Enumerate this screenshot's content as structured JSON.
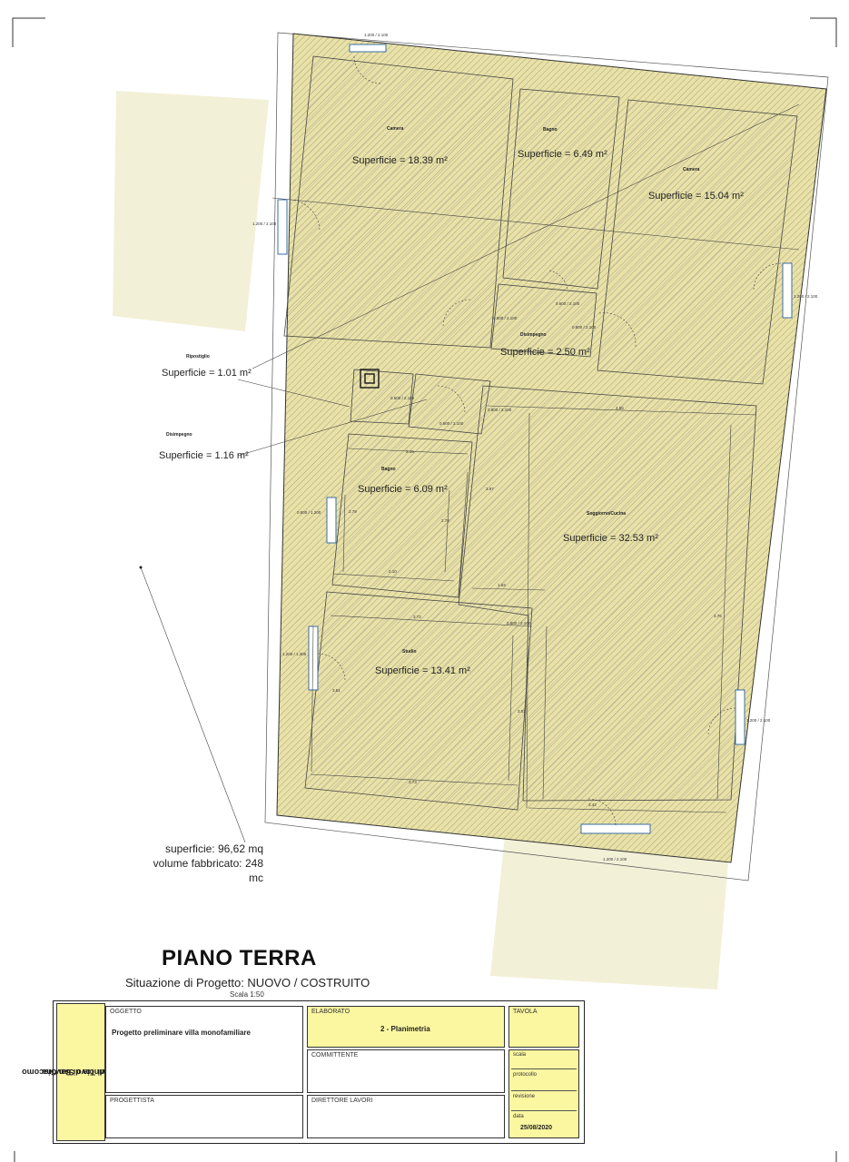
{
  "rooms": [
    {
      "name": "Camera",
      "area": "Superficie = 18.39 m²"
    },
    {
      "name": "Bagno",
      "area": "Superficie = 6.49 m²"
    },
    {
      "name": "Camera",
      "area": "Superficie = 15.04 m²"
    },
    {
      "name": "Disimpegno",
      "area": "Superficie = 2.50 m²"
    },
    {
      "name": "Ripostiglio",
      "area": "Superficie = 1.01 m²"
    },
    {
      "name": "Disimpegno",
      "area": "Superficie = 1.16 m²"
    },
    {
      "name": "Bagno",
      "area": "Superficie = 6.09 m²"
    },
    {
      "name": "Soggiorno/Cucina",
      "area": "Superficie = 32.53 m²"
    },
    {
      "name": "Studio",
      "area": "Superficie = 13.41 m²"
    }
  ],
  "dimensions": {
    "d_215": "2.15",
    "d_210": "2.10",
    "d_372": "3.72",
    "d_373": "3.73",
    "d_342": "3.42",
    "d_455": "4.55",
    "d_153": "1.53",
    "d_279": "2.79",
    "d_278": "2.78",
    "d_397": "3.97",
    "d_375": "3.75",
    "d_361": "3.61",
    "d_351": "3.51",
    "w_1200_2100": "1.200 / 2.100",
    "w_0800_2100": "0.800 / 2.100",
    "w_0500_2100": "0.500 / 2.100",
    "w_0600_2100": "0.600 / 2.100",
    "w_0800_1200": "0.800 / 1.200",
    "w_1200_1300": "1.200 / 1.300"
  },
  "stats": {
    "surface": "superficie: 96,62 mq",
    "volume": "volume fabbricato: 248 mc"
  },
  "header": {
    "title": "PIANO TERRA",
    "subtitle": "Situazione di Progetto: NUOVO / COSTRUITO",
    "scale": "Scala 1:50"
  },
  "titleblock": {
    "municipality": "Comune di Tovo San Giacomo",
    "province": "Provincia di Savona",
    "oggetto_label": "OGGETTO",
    "oggetto_value": "Progetto preliminare villa monofamiliare",
    "elaborato_label": "ELABORATO",
    "elaborato_value": "2 - Planimetria",
    "tavola_label": "TAVOLA",
    "committente_label": "COMMITTENTE",
    "progettista_label": "PROGETTISTA",
    "direttore_label": "DIRETTORE LAVORI",
    "scala_label": "scala",
    "protocollo_label": "protocollo",
    "revisione_label": "revisione",
    "data_label": "data",
    "data_value": "25/08/2020"
  },
  "colors": {
    "wall": "#e9e2a8",
    "hatch": "#9a9a9a",
    "ground": "#f3f0d8",
    "titleblock_yellow": "#fbf6a0"
  }
}
